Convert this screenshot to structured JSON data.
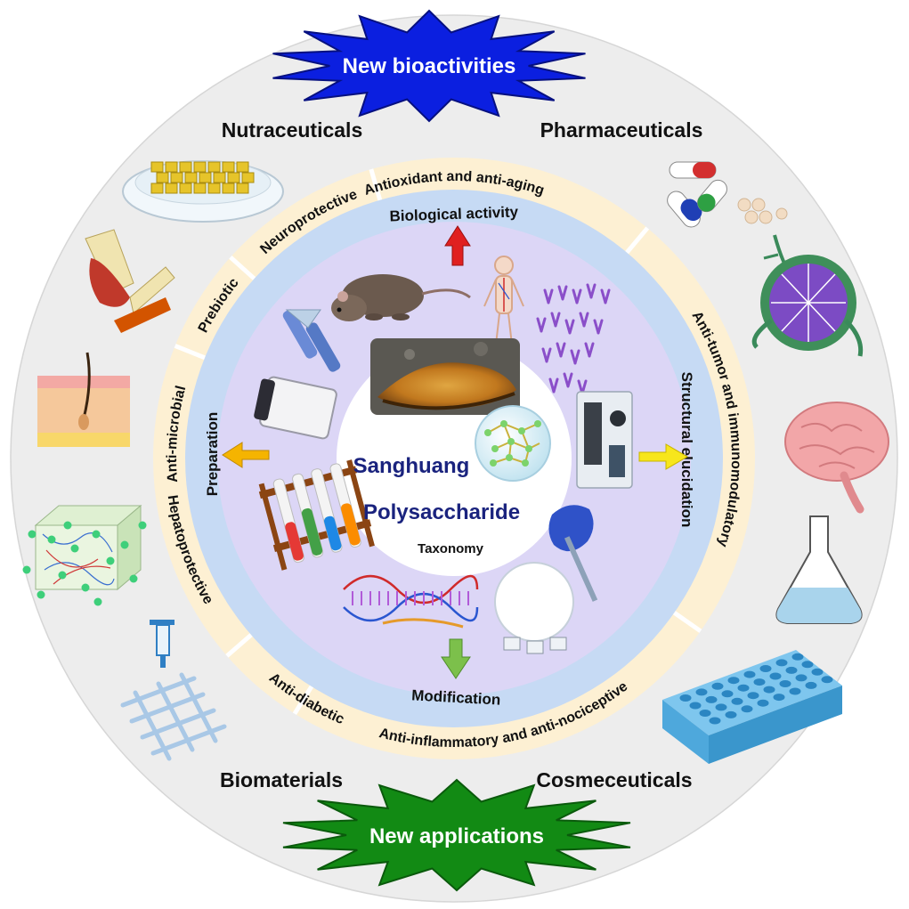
{
  "banners": {
    "top": "New bioactivities",
    "bottom": "New applications"
  },
  "applications": [
    {
      "id": "nutraceuticals",
      "label": "Nutraceuticals"
    },
    {
      "id": "pharmaceuticals",
      "label": "Pharmaceuticals"
    },
    {
      "id": "biomaterials",
      "label": "Biomaterials"
    },
    {
      "id": "cosmeceuticals",
      "label": "Cosmeceuticals"
    }
  ],
  "bioactivities": [
    "Antioxidant and anti-aging",
    "Anti-tumor and immunomodulatory",
    "Anti-inflammatory and anti-nociceptive",
    "Anti-diabetic",
    "Hepatoprotective",
    "Anti-microbial",
    "Prebiotic",
    "Neuroprotective"
  ],
  "stages": {
    "top": "Biological activity",
    "right": "Structural elucidation",
    "bottom": "Modification",
    "left": "Preparation"
  },
  "center": {
    "line1": "Sanghuang",
    "line2": "Polysaccharide",
    "subtitle": "Taxonomy"
  },
  "colors": {
    "outer_ring": "#ededed",
    "activity_band": "#fdf0d3",
    "process_ring": "#c6daf4",
    "inner_disc": "#dcd6f6",
    "center": "#ffffff",
    "top_star": "#0b1fe0",
    "bottom_star": "#128a14",
    "arrow_up": "#e02020",
    "arrow_right": "#f7e61c",
    "arrow_down": "#7cc04b",
    "arrow_left": "#f5b400",
    "title_text": "#1a237e"
  }
}
